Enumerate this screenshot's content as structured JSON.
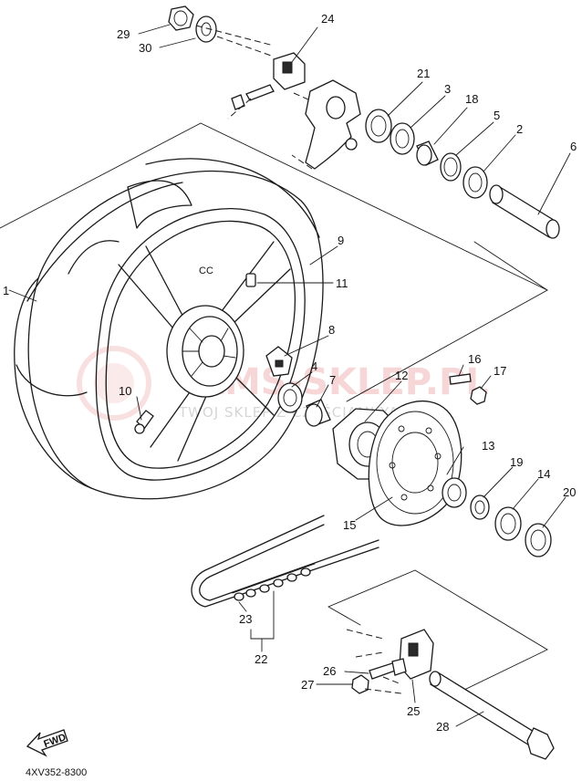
{
  "diagram": {
    "part_code": "4XV352-8300",
    "fwd_label": "FWD",
    "watermark": {
      "brand": "AMS-SKLEP.PL",
      "tagline": "TWOJ SKLEP Z CZĘŚCIAMI YAMAHA"
    },
    "callouts": [
      {
        "id": "c1",
        "label": "1"
      },
      {
        "id": "c2",
        "label": "2"
      },
      {
        "id": "c3",
        "label": "3"
      },
      {
        "id": "c4",
        "label": "4"
      },
      {
        "id": "c5",
        "label": "5"
      },
      {
        "id": "c6",
        "label": "6"
      },
      {
        "id": "c7",
        "label": "7"
      },
      {
        "id": "c8",
        "label": "8"
      },
      {
        "id": "c9",
        "label": "9"
      },
      {
        "id": "c10",
        "label": "10"
      },
      {
        "id": "c11",
        "label": "11"
      },
      {
        "id": "c12",
        "label": "12"
      },
      {
        "id": "c13",
        "label": "13"
      },
      {
        "id": "c14",
        "label": "14"
      },
      {
        "id": "c15",
        "label": "15"
      },
      {
        "id": "c16",
        "label": "16"
      },
      {
        "id": "c17",
        "label": "17"
      },
      {
        "id": "c18",
        "label": "18"
      },
      {
        "id": "c19",
        "label": "19"
      },
      {
        "id": "c20",
        "label": "20"
      },
      {
        "id": "c21",
        "label": "21"
      },
      {
        "id": "c22",
        "label": "22"
      },
      {
        "id": "c23",
        "label": "23"
      },
      {
        "id": "c24",
        "label": "24"
      },
      {
        "id": "c25",
        "label": "25"
      },
      {
        "id": "c26",
        "label": "26"
      },
      {
        "id": "c27",
        "label": "27"
      },
      {
        "id": "c28",
        "label": "28"
      },
      {
        "id": "c29",
        "label": "29"
      },
      {
        "id": "c30",
        "label": "30"
      }
    ]
  }
}
